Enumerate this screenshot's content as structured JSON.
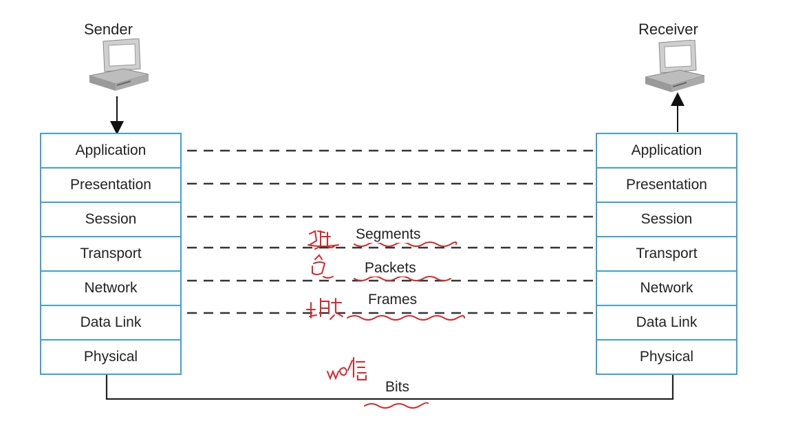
{
  "sender": {
    "title": "Sender",
    "layers": [
      "Application",
      "Presentation",
      "Session",
      "Transport",
      "Network",
      "Data Link",
      "Physical"
    ]
  },
  "receiver": {
    "title": "Receiver",
    "layers": [
      "Application",
      "Presentation",
      "Session",
      "Transport",
      "Network",
      "Data Link",
      "Physical"
    ]
  },
  "pdus": {
    "segments": "Segments",
    "packets": "Packets",
    "frames": "Frames",
    "bits": "Bits"
  },
  "colors": {
    "layer_border": "#3ea1d0",
    "dashes": "#333333",
    "annotation_ink": "#d8262b"
  },
  "icons": [
    "computer-icon",
    "arrow-down-icon",
    "arrow-up-icon"
  ]
}
